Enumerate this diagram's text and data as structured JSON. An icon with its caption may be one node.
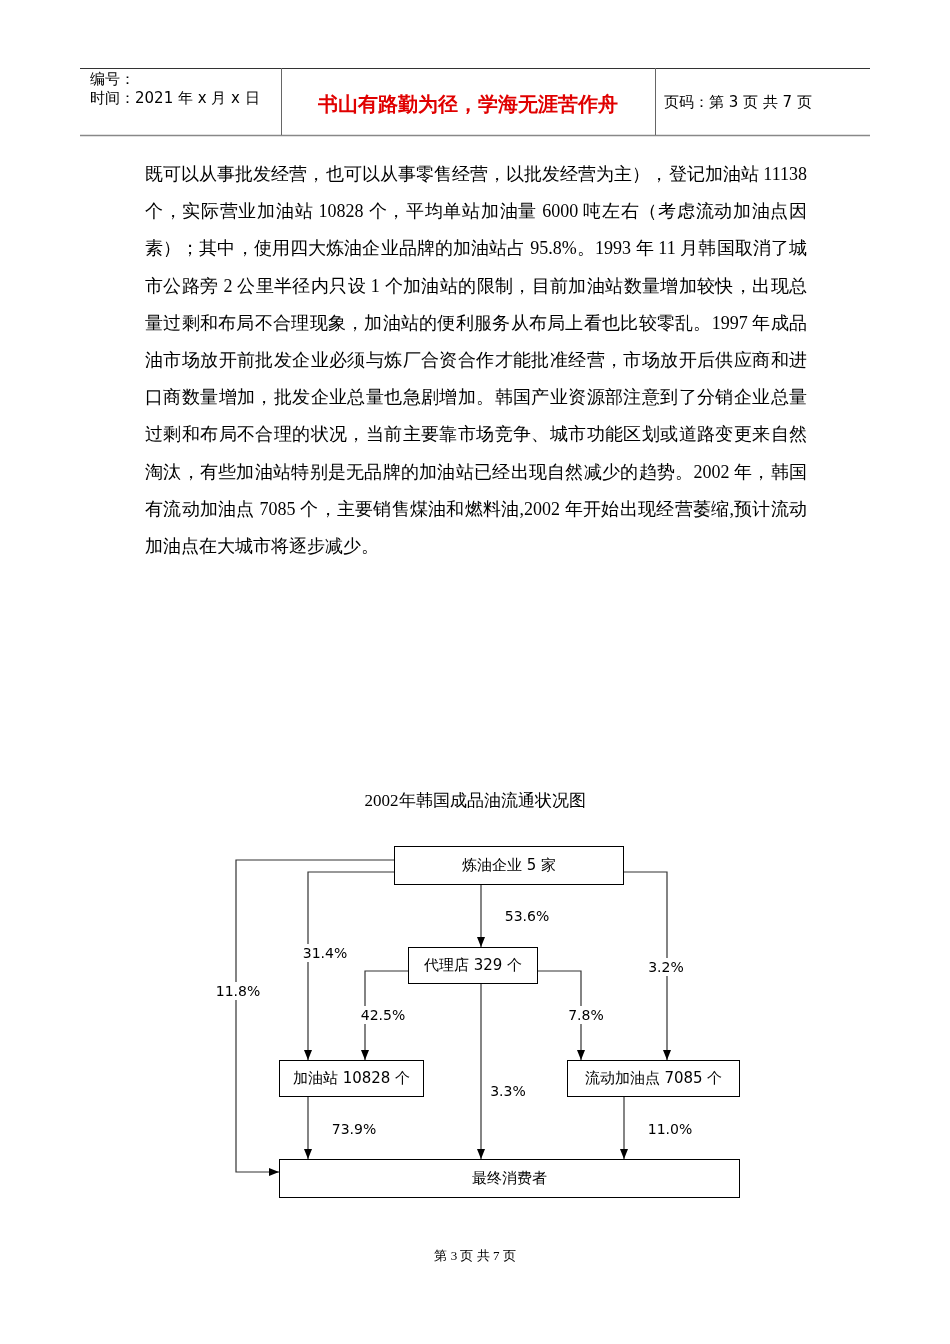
{
  "diagram": {
    "title": "2002年韩国成品油流通状况图",
    "nodes": [
      {
        "text": [
          "炼油企业 5 家"
        ]
      },
      {
        "text": [
          "代理店 329 个"
        ]
      },
      {
        "text": [
          "加油站 10828 个"
        ]
      },
      {
        "text": [
          "流动加油点 7085 个"
        ]
      },
      {
        "text": [
          "最终消费者"
        ]
      }
    ],
    "edges": [
      {
        "from": 0,
        "to": 4,
        "arrow": "to",
        "label": "11.8%"
      },
      {
        "from": 0,
        "to": 2,
        "arrow": "to",
        "label": "31.4%"
      },
      {
        "from": 0,
        "to": 1,
        "arrow": "to",
        "label": "53.6%"
      },
      {
        "from": 0,
        "to": 3,
        "arrow": "to",
        "label": "3.2%"
      },
      {
        "from": 1,
        "to": 2,
        "arrow": "to",
        "label": "42.5%"
      },
      {
        "from": 1,
        "to": 4,
        "arrow": "to",
        "label": "3.3%"
      },
      {
        "from": 1,
        "to": 3,
        "arrow": "to",
        "label": "7.8%"
      },
      {
        "from": 2,
        "to": 4,
        "arrow": "to",
        "label": "73.9%"
      },
      {
        "from": 3,
        "to": 4,
        "arrow": "to",
        "label": "11.0%"
      }
    ],
    "labels": [
      "编号：",
      "时间：2021 年 x 月 x 日",
      "书山有路勤为径，学海无涯苦作舟",
      "页码：第 3 页 共 7 页",
      "既可以从事批发经营，也可以从事零售经营，以批发经营为主），登记加油站 11138 个，实际营业加油站 10828 个，平均单站加油量 6000 吨左右（考虑流动加油点因素）；其中，使用四大炼油企业品牌的加油站占 95.8%。1993 年 11 月韩国取消了城市公路旁 2 公里半径内只设 1 个加油站的限制，目前加油站数量增加较快，出现总量过剩和布局不合理现象，加油站的便利服务从布局上看也比较零乱。1997 年成品油市场放开前批发企业必须与炼厂合资合作才能批准经营，市场放开后供应商和进口商数量增加，批发企业总量也急剧增加。韩国产业资源部注意到了分销企业总量过剩和布局不合理的状况，当前主要靠市场竞争、城市功能区划或道路变更来自然淘汰，有些加油站特别是无品牌的加油站已经出现自然减少的趋势。2002 年，韩国有流动加油点 7085 个，主要销售煤油和燃料油,2002 年开始出现经营萎缩,预计流动加油点在大城市将逐步减少。",
      "第 3 页 共 7 页"
    ]
  }
}
